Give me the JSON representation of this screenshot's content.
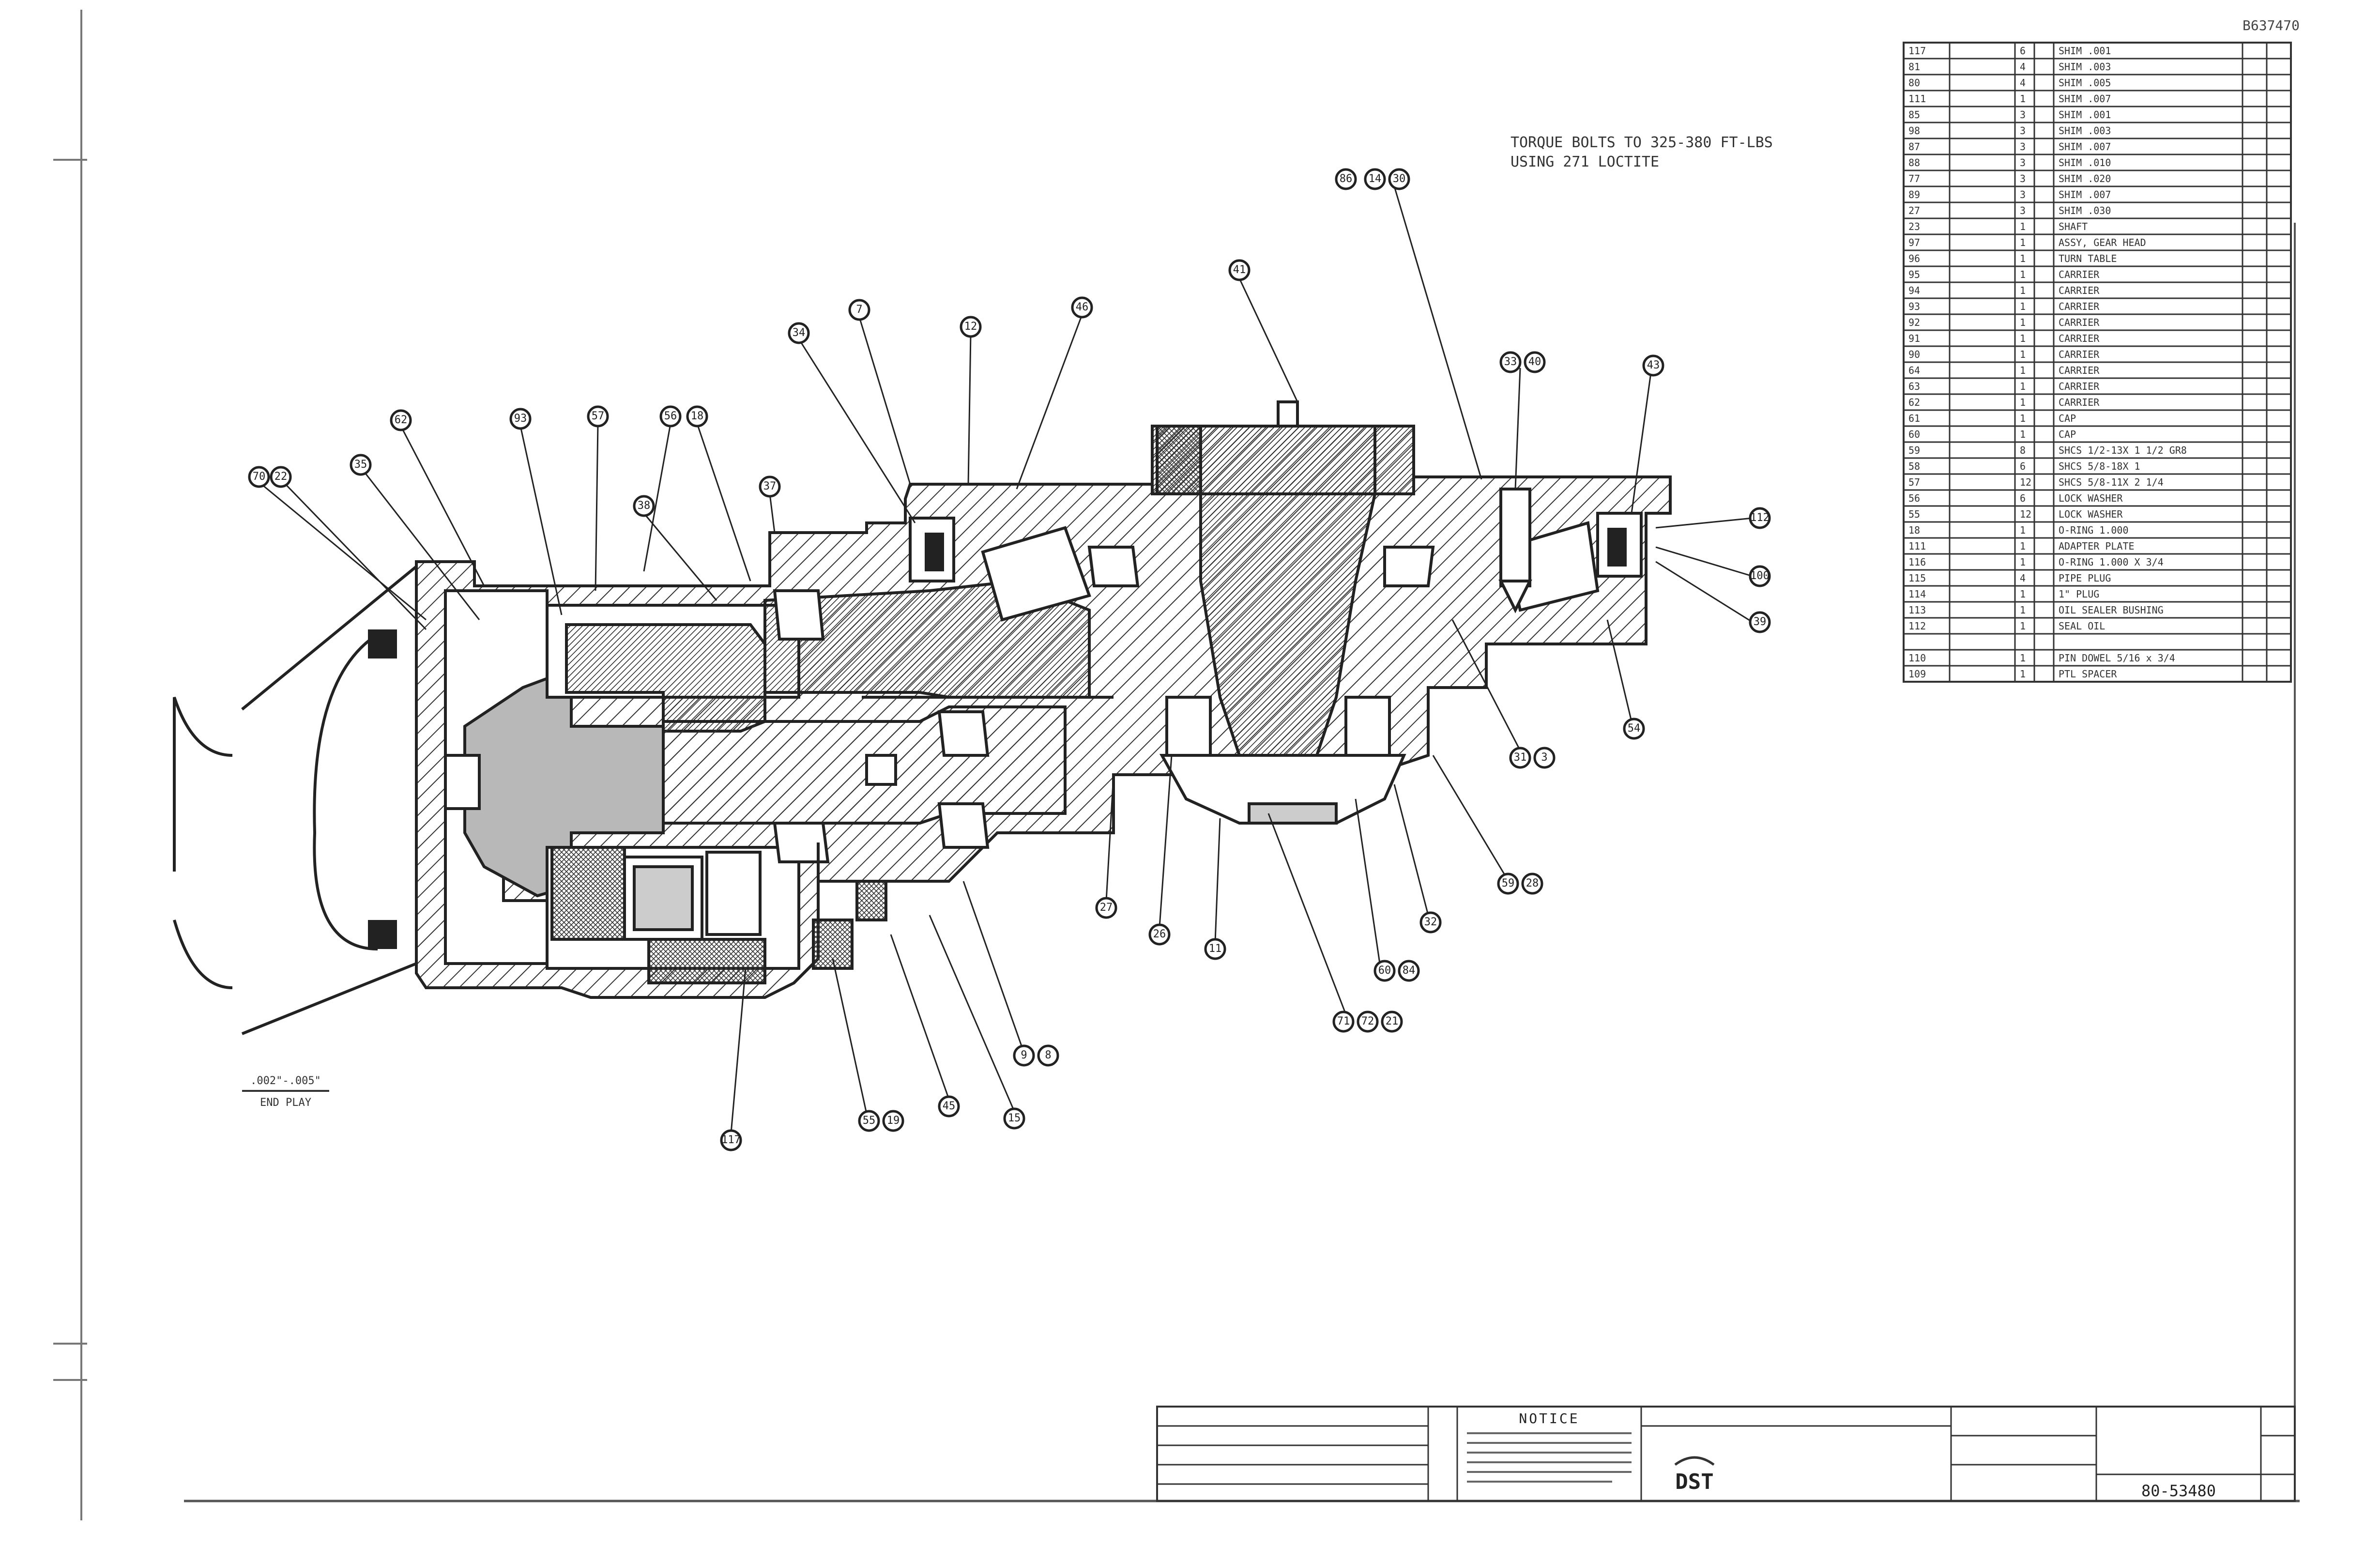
{
  "drawing": {
    "corner_id": "B637470",
    "torque_note": [
      "TORQUE BOLTS TO 325-380 FT-LBS",
      "USING 271 LOCTITE"
    ],
    "end_play_value": ".002\"-.005\"",
    "end_play_label": "END PLAY",
    "title_block": {
      "notice_title": "NOTICE",
      "logo": "DST",
      "drawing_number": "80-53480"
    }
  },
  "balloons": [
    {
      "label": "70"
    },
    {
      "label": "22"
    },
    {
      "label": "35"
    },
    {
      "label": "62"
    },
    {
      "label": "93"
    },
    {
      "label": "57"
    },
    {
      "label": "56"
    },
    {
      "label": "18"
    },
    {
      "label": "38"
    },
    {
      "label": "37"
    },
    {
      "label": "34"
    },
    {
      "label": "7"
    },
    {
      "label": "12"
    },
    {
      "label": "46"
    },
    {
      "label": "41"
    },
    {
      "label": "86"
    },
    {
      "label": "14"
    },
    {
      "label": "30"
    },
    {
      "label": "33"
    },
    {
      "label": "40"
    },
    {
      "label": "43"
    },
    {
      "label": "112"
    },
    {
      "label": "100"
    },
    {
      "label": "39"
    },
    {
      "label": "54"
    },
    {
      "label": "31"
    },
    {
      "label": "3"
    },
    {
      "label": "59"
    },
    {
      "label": "28"
    },
    {
      "label": "32"
    },
    {
      "label": "60"
    },
    {
      "label": "84"
    },
    {
      "label": "71"
    },
    {
      "label": "72"
    },
    {
      "label": "21"
    },
    {
      "label": "11"
    },
    {
      "label": "26"
    },
    {
      "label": "27"
    },
    {
      "label": "9"
    },
    {
      "label": "8"
    },
    {
      "label": "15"
    },
    {
      "label": "45"
    },
    {
      "label": "55"
    },
    {
      "label": "19"
    },
    {
      "label": "117"
    }
  ],
  "bom": {
    "rows": [
      {
        "item": "117",
        "qty": "6",
        "desc": "SHIM .001"
      },
      {
        "item": "81",
        "qty": "4",
        "desc": "SHIM .003"
      },
      {
        "item": "80",
        "qty": "4",
        "desc": "SHIM .005"
      },
      {
        "item": "111",
        "qty": "1",
        "desc": "SHIM .007"
      },
      {
        "item": "85",
        "qty": "3",
        "desc": "SHIM .001"
      },
      {
        "item": "98",
        "qty": "3",
        "desc": "SHIM .003"
      },
      {
        "item": "87",
        "qty": "3",
        "desc": "SHIM .007"
      },
      {
        "item": "88",
        "qty": "3",
        "desc": "SHIM .010"
      },
      {
        "item": "77",
        "qty": "3",
        "desc": "SHIM .020"
      },
      {
        "item": "89",
        "qty": "3",
        "desc": "SHIM .007"
      },
      {
        "item": "27",
        "qty": "3",
        "desc": "SHIM .030"
      },
      {
        "item": "23",
        "qty": "1",
        "desc": "SHAFT"
      },
      {
        "item": "97",
        "qty": "1",
        "desc": "ASSY, GEAR HEAD"
      },
      {
        "item": "96",
        "qty": "1",
        "desc": "TURN TABLE"
      },
      {
        "item": "95",
        "qty": "1",
        "desc": "CARRIER"
      },
      {
        "item": "94",
        "qty": "1",
        "desc": "CARRIER"
      },
      {
        "item": "93",
        "qty": "1",
        "desc": "CARRIER"
      },
      {
        "item": "92",
        "qty": "1",
        "desc": "CARRIER"
      },
      {
        "item": "91",
        "qty": "1",
        "desc": "CARRIER"
      },
      {
        "item": "90",
        "qty": "1",
        "desc": "CARRIER"
      },
      {
        "item": "64",
        "qty": "1",
        "desc": "CARRIER"
      },
      {
        "item": "63",
        "qty": "1",
        "desc": "CARRIER"
      },
      {
        "item": "62",
        "qty": "1",
        "desc": "CARRIER"
      },
      {
        "item": "61",
        "qty": "1",
        "desc": "CAP"
      },
      {
        "item": "60",
        "qty": "1",
        "desc": "CAP"
      },
      {
        "item": "59",
        "qty": "8",
        "desc": "SHCS 1/2-13X 1 1/2 GR8"
      },
      {
        "item": "58",
        "qty": "6",
        "desc": "SHCS 5/8-18X 1"
      },
      {
        "item": "57",
        "qty": "12",
        "desc": "SHCS 5/8-11X 2 1/4"
      },
      {
        "item": "56",
        "qty": "6",
        "desc": "LOCK WASHER"
      },
      {
        "item": "55",
        "qty": "12",
        "desc": "LOCK WASHER"
      },
      {
        "item": "18",
        "qty": "1",
        "desc": "O-RING 1.000"
      },
      {
        "item": "111",
        "qty": "1",
        "desc": "ADAPTER PLATE"
      },
      {
        "item": "116",
        "qty": "1",
        "desc": "O-RING 1.000 X 3/4"
      },
      {
        "item": "115",
        "qty": "4",
        "desc": "PIPE PLUG"
      },
      {
        "item": "114",
        "qty": "1",
        "desc": "1\" PLUG"
      },
      {
        "item": "113",
        "qty": "1",
        "desc": "OIL SEALER BUSHING"
      },
      {
        "item": "112",
        "qty": "1",
        "desc": "SEAL OIL"
      },
      {
        "item": "",
        "qty": "",
        "desc": ""
      },
      {
        "item": "110",
        "qty": "1",
        "desc": "PIN DOWEL 5/16 x 3/4"
      },
      {
        "item": "109",
        "qty": "1",
        "desc": "PTL SPACER"
      }
    ]
  }
}
